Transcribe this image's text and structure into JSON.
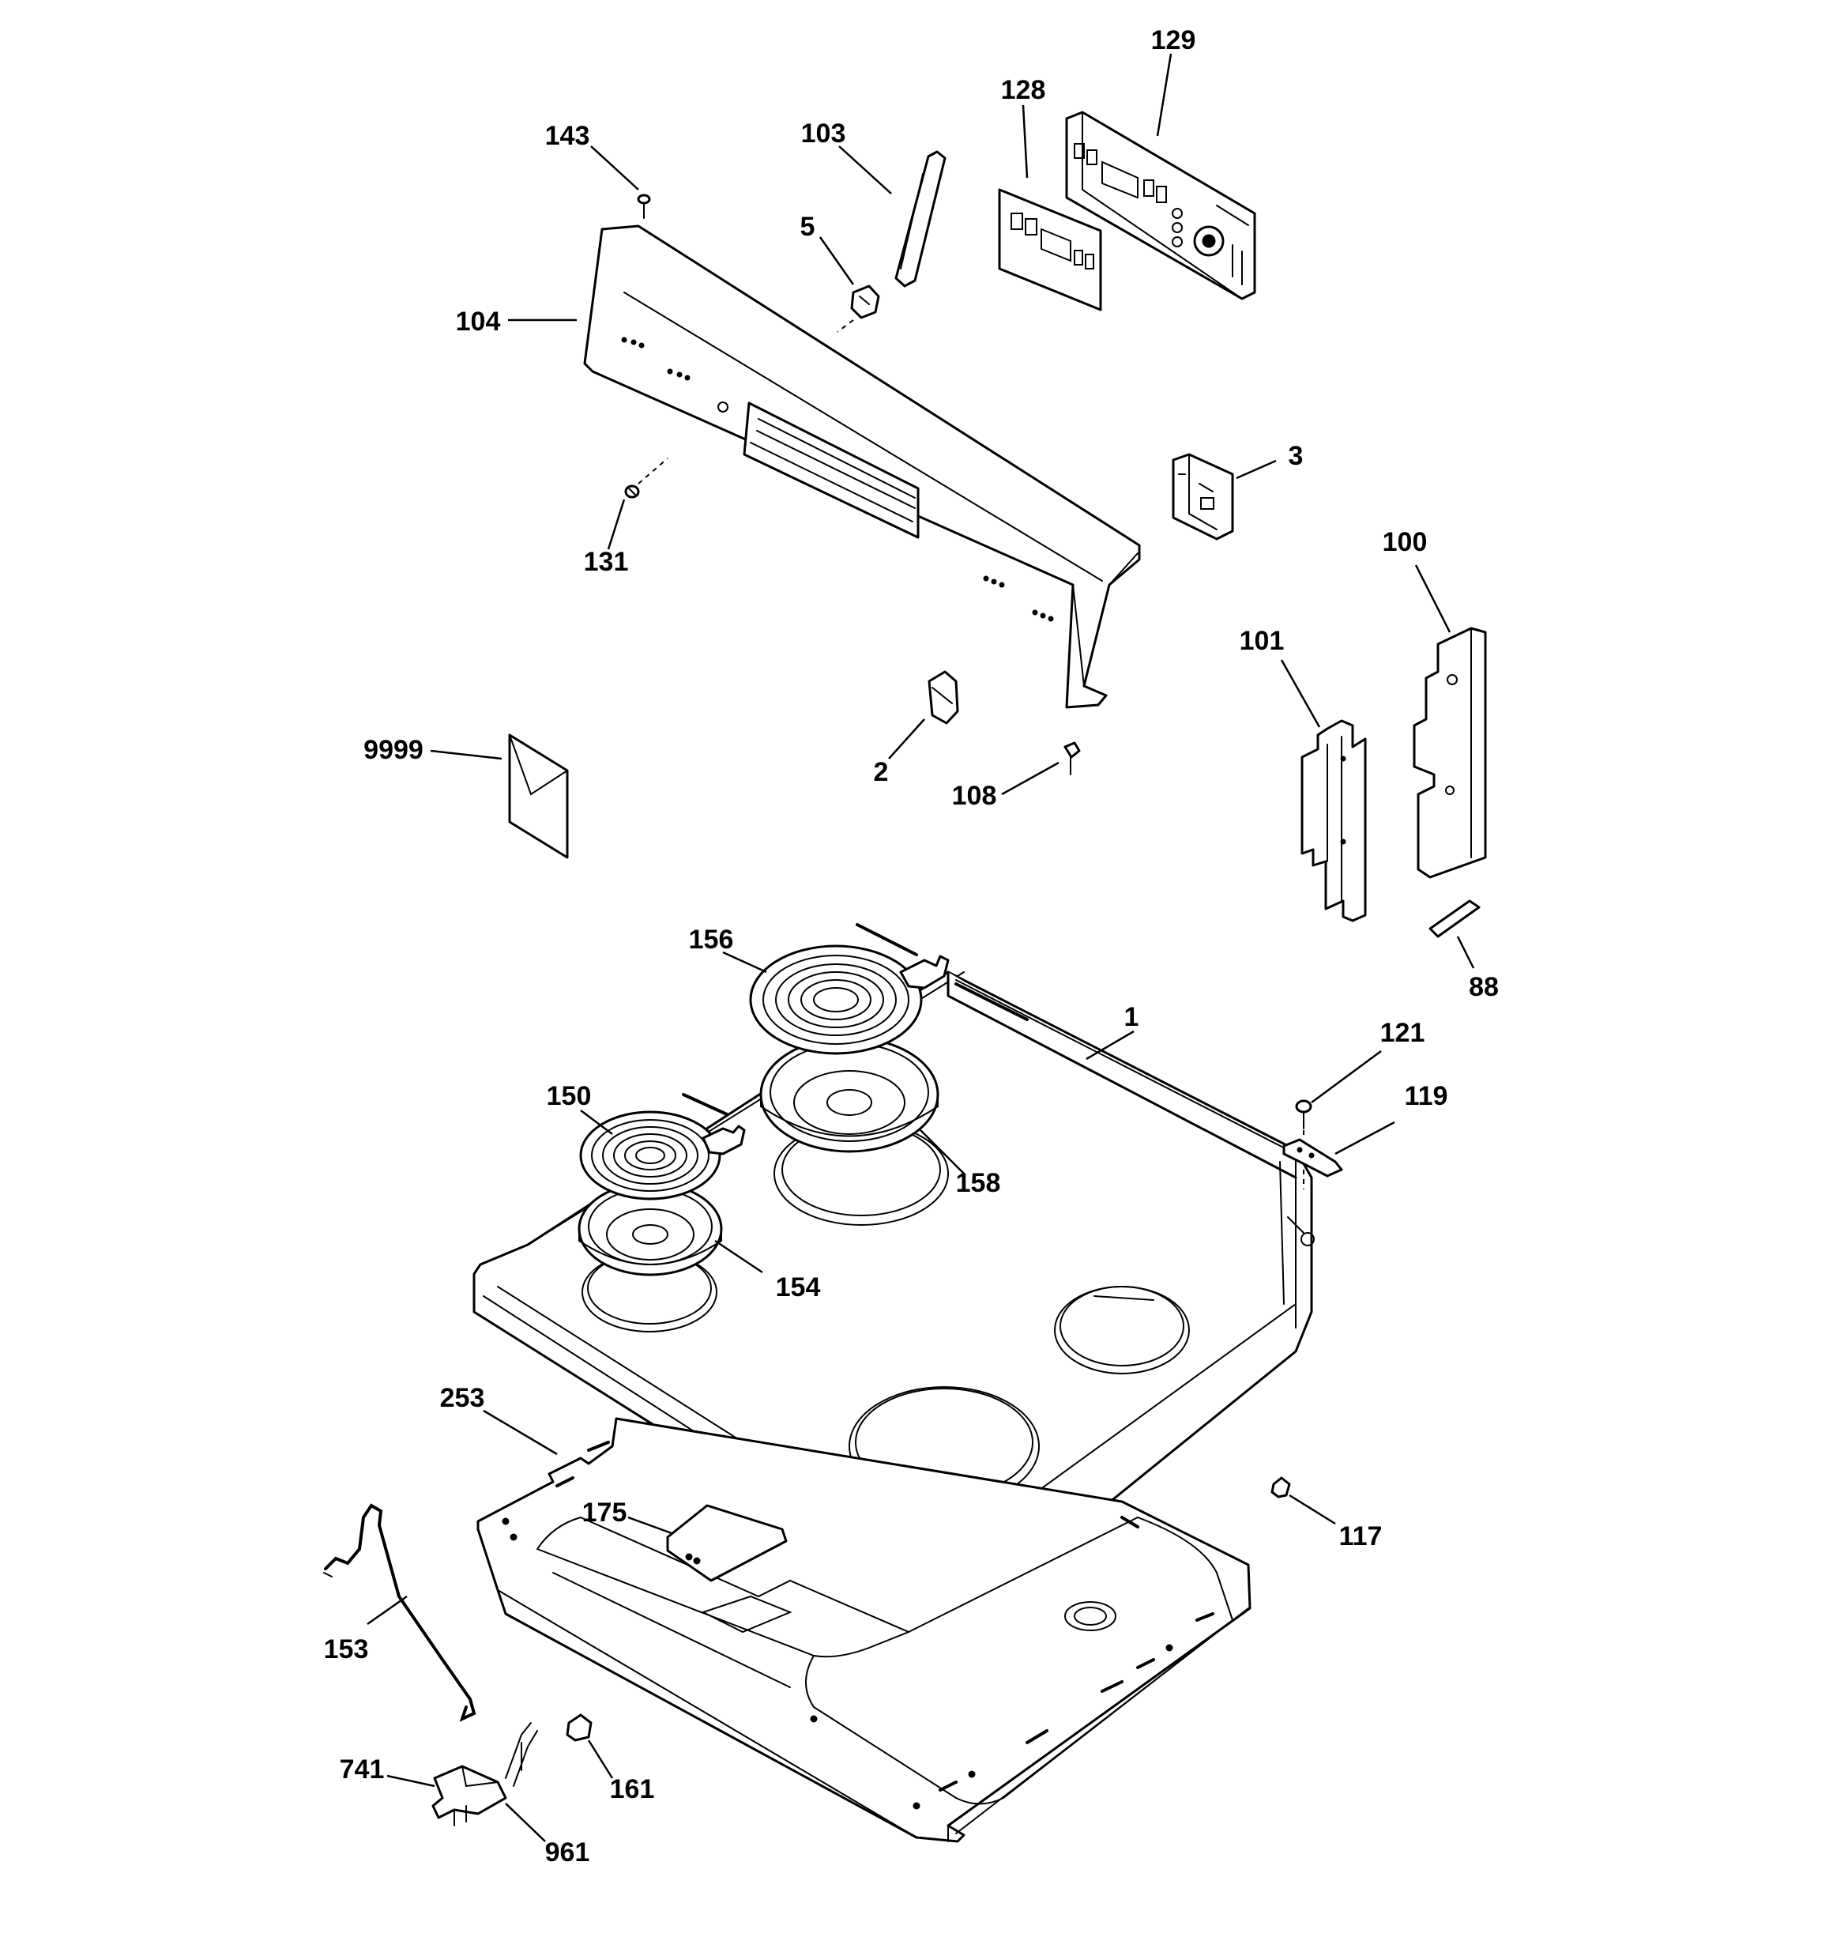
{
  "callouts": [
    {
      "id": "c129",
      "text": "129"
    },
    {
      "id": "c128",
      "text": "128"
    },
    {
      "id": "c143",
      "text": "143"
    },
    {
      "id": "c103",
      "text": "103"
    },
    {
      "id": "c5",
      "text": "5"
    },
    {
      "id": "c104",
      "text": "104"
    },
    {
      "id": "c3",
      "text": "3"
    },
    {
      "id": "c131",
      "text": "131"
    },
    {
      "id": "c100",
      "text": "100"
    },
    {
      "id": "c101",
      "text": "101"
    },
    {
      "id": "c9999",
      "text": "9999"
    },
    {
      "id": "c2",
      "text": "2"
    },
    {
      "id": "c108",
      "text": "108"
    },
    {
      "id": "c156",
      "text": "156"
    },
    {
      "id": "c88",
      "text": "88"
    },
    {
      "id": "c1",
      "text": "1"
    },
    {
      "id": "c121",
      "text": "121"
    },
    {
      "id": "c150",
      "text": "150"
    },
    {
      "id": "c119",
      "text": "119"
    },
    {
      "id": "c158",
      "text": "158"
    },
    {
      "id": "c154",
      "text": "154"
    },
    {
      "id": "c253",
      "text": "253"
    },
    {
      "id": "c175",
      "text": "175"
    },
    {
      "id": "c117",
      "text": "117"
    },
    {
      "id": "c153",
      "text": "153"
    },
    {
      "id": "c741",
      "text": "741"
    },
    {
      "id": "c161",
      "text": "161"
    },
    {
      "id": "c961",
      "text": "961"
    }
  ]
}
